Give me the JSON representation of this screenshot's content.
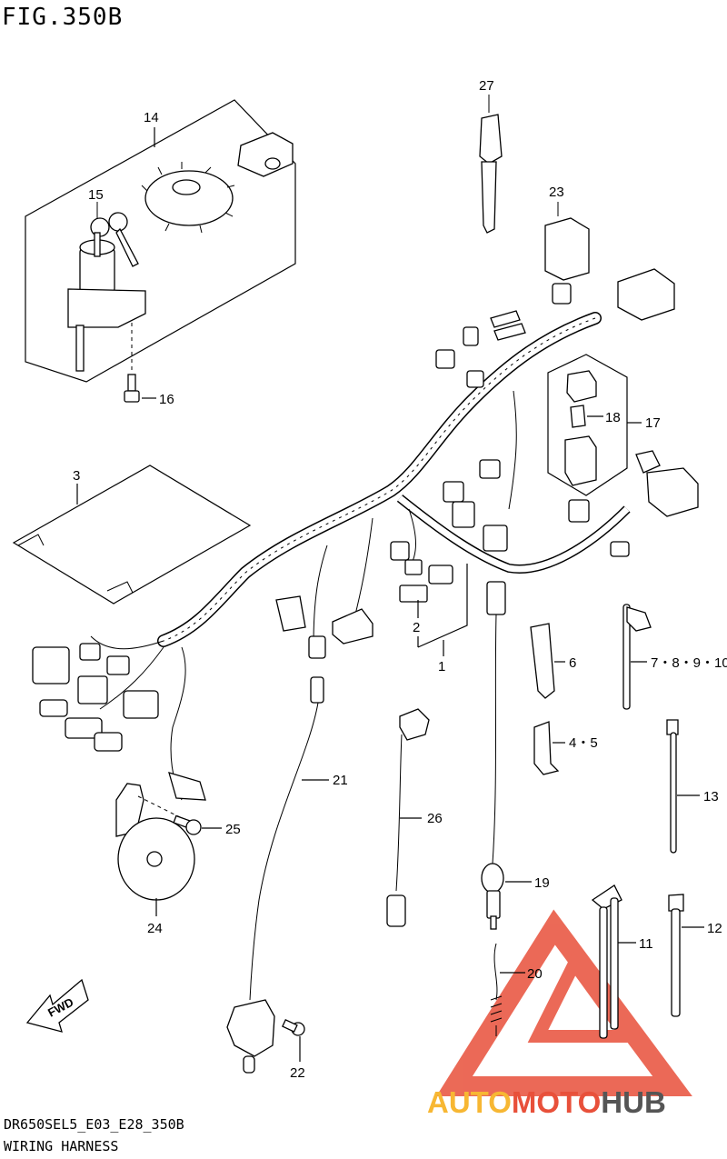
{
  "figure": {
    "title": "FIG.350B"
  },
  "footer": {
    "model_code": "DR650SEL5_E03_E28_350B",
    "section_name": "WIRING HARNESS"
  },
  "callouts": {
    "c1": "1",
    "c2": "2",
    "c3": "3",
    "c4_5": "4・5",
    "c6": "6",
    "c7_10": "7・8・9・10",
    "c11": "11",
    "c12": "12",
    "c13": "13",
    "c14": "14",
    "c15": "15",
    "c16": "16",
    "c17": "17",
    "c18": "18",
    "c19": "19",
    "c20": "20",
    "c21": "21",
    "c22": "22",
    "c23": "23",
    "c24": "24",
    "c25": "25",
    "c26": "26",
    "c27": "27"
  },
  "fwd_arrow": {
    "label": "FWD"
  },
  "watermark": {
    "part_a": "AUTO",
    "part_b": "MOTO",
    "part_c": "HUB",
    "colors": {
      "auto": "#f7b733",
      "moto": "#e8503a",
      "hub": "#555555",
      "logo": "#e8503a"
    }
  }
}
